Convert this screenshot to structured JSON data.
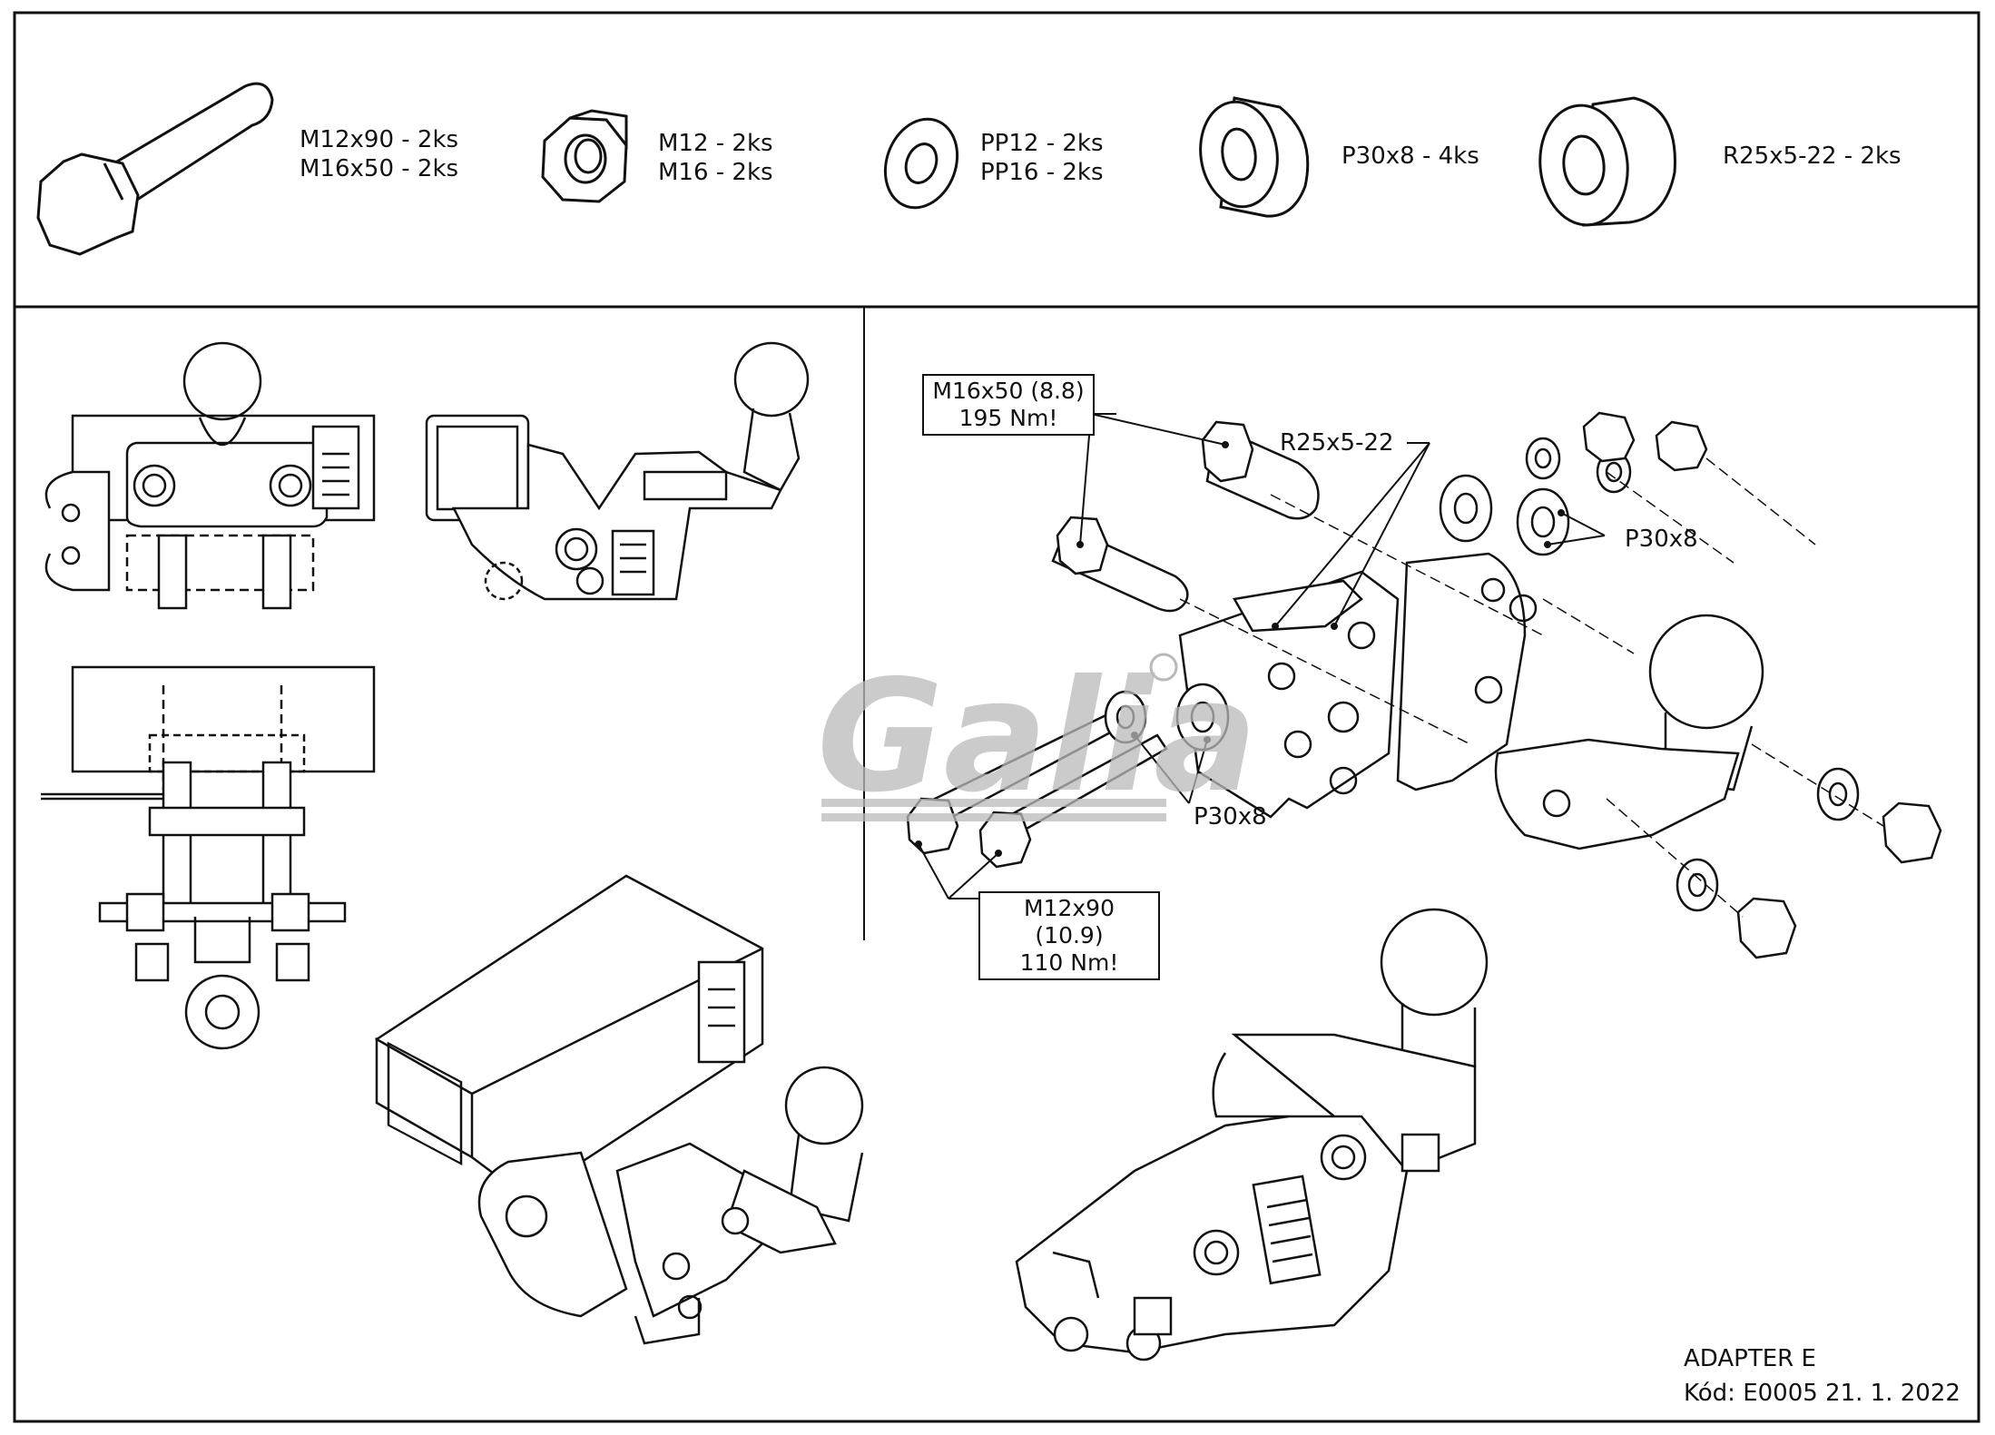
{
  "parts": [
    {
      "lines": [
        "M12x90 - 2ks",
        "M16x50 - 2ks"
      ]
    },
    {
      "lines": [
        "M12 - 2ks",
        "M16 - 2ks"
      ]
    },
    {
      "lines": [
        "PP12 - 2ks",
        "PP16 - 2ks"
      ]
    },
    {
      "lines": [
        "P30x8 - 4ks"
      ]
    },
    {
      "lines": [
        "R25x5-22 - 2ks"
      ]
    }
  ],
  "callouts": {
    "bolt_m16": [
      "M16x50 (8.8)",
      "195 Nm!"
    ],
    "bolt_m12": [
      "M12x90 (10.9)",
      "110 Nm!"
    ],
    "spacer": "R25x5-22",
    "washer_upper": "P30x8",
    "washer_lower": "P30x8"
  },
  "watermark": "Galia",
  "footer": {
    "title": "ADAPTER E",
    "code": "Kód: E0005  21. 1. 2022"
  }
}
